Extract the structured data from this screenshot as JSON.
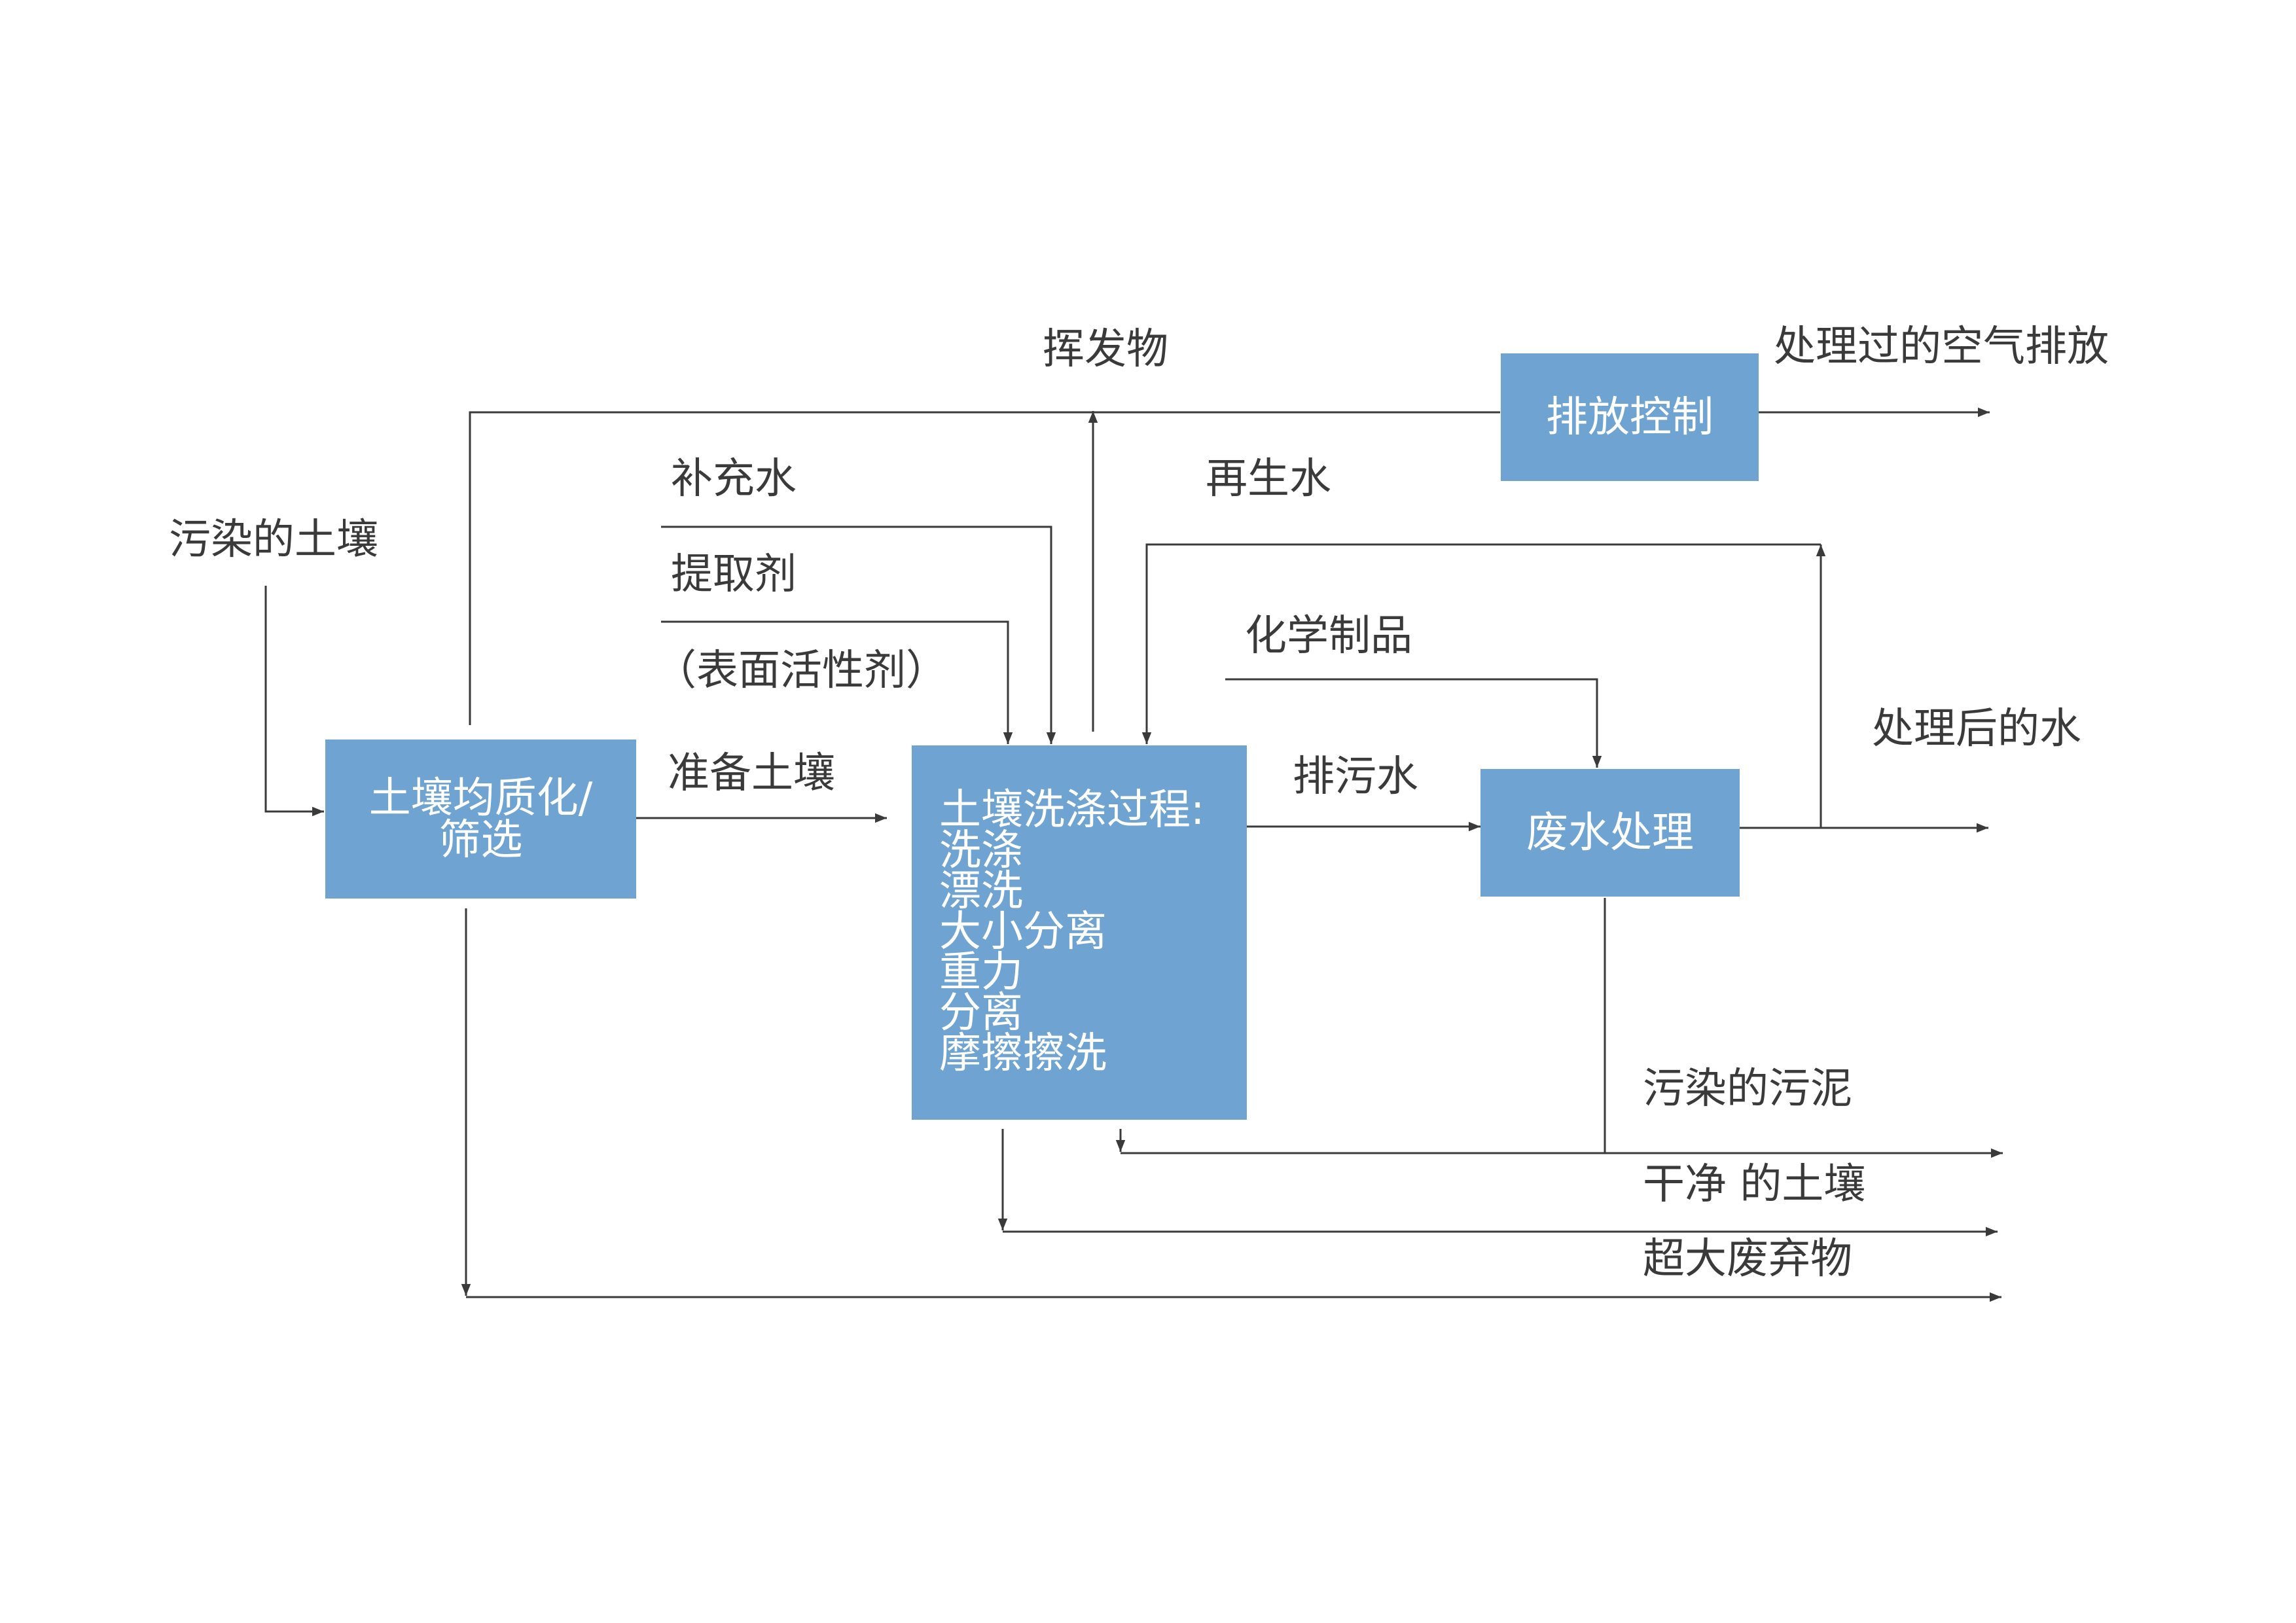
{
  "inputs": {
    "contaminated_soil": "污染的土壤",
    "makeup_water": "补充水",
    "extractant": "提取剂",
    "surfactant": "（表面活性剂）",
    "chemicals": "化学制品"
  },
  "flows": {
    "volatiles": "挥发物",
    "regenerated_water": "再生水",
    "prepared_soil": "准备土壤",
    "wastewater": "排污水"
  },
  "boxes": {
    "homogenize": {
      "line1": "土壤均质化/",
      "line2": "筛选"
    },
    "wash": {
      "title": "土壤洗涤过程:",
      "items": [
        "洗涤",
        "漂洗",
        "大小分离",
        "重力",
        "分离",
        "摩擦擦洗"
      ]
    },
    "wastewater_treatment": "废水处理",
    "emission_control": "排放控制"
  },
  "outputs": {
    "treated_air": "处理过的空气排放",
    "treated_water": "处理后的水",
    "sludge": "污染的污泥",
    "clean_soil": "干净 的土壤",
    "oversize_waste": "超大废弃物"
  },
  "colors": {
    "box_fill": "#6fa3d1",
    "line": "#3a3a3a",
    "text": "#3a3a3a"
  }
}
